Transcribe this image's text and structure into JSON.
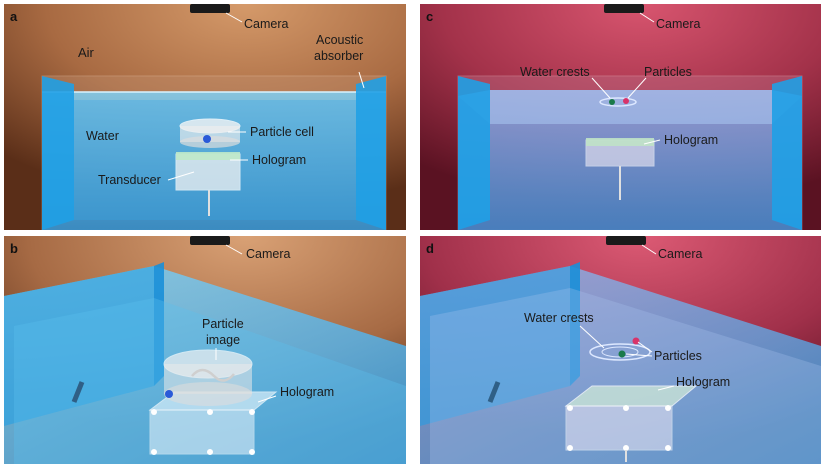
{
  "panels": {
    "a": {
      "letter": "a",
      "labels": {
        "camera": "Camera",
        "air": "Air",
        "absorber_line1": "Acoustic",
        "absorber_line2": "absorber",
        "water": "Water",
        "particle_cell": "Particle cell",
        "hologram": "Hologram",
        "transducer": "Transducer"
      }
    },
    "b": {
      "letter": "b",
      "labels": {
        "camera": "Camera",
        "particle_image_line1": "Particle",
        "particle_image_line2": "image",
        "hologram": "Hologram"
      }
    },
    "c": {
      "letter": "c",
      "labels": {
        "camera": "Camera",
        "water_crests": "Water crests",
        "particles": "Particles",
        "hologram": "Hologram"
      }
    },
    "d": {
      "letter": "d",
      "labels": {
        "camera": "Camera",
        "water_crests": "Water crests",
        "particles": "Particles",
        "hologram": "Hologram"
      }
    }
  },
  "colors": {
    "air_warm": "#c98a5a",
    "air_warm_dark": "#6e3a1f",
    "air_red": "#d2506a",
    "air_red_dark": "#6a1428",
    "water": "#4fb3ea",
    "water_deep": "#2f8fd4"
  }
}
